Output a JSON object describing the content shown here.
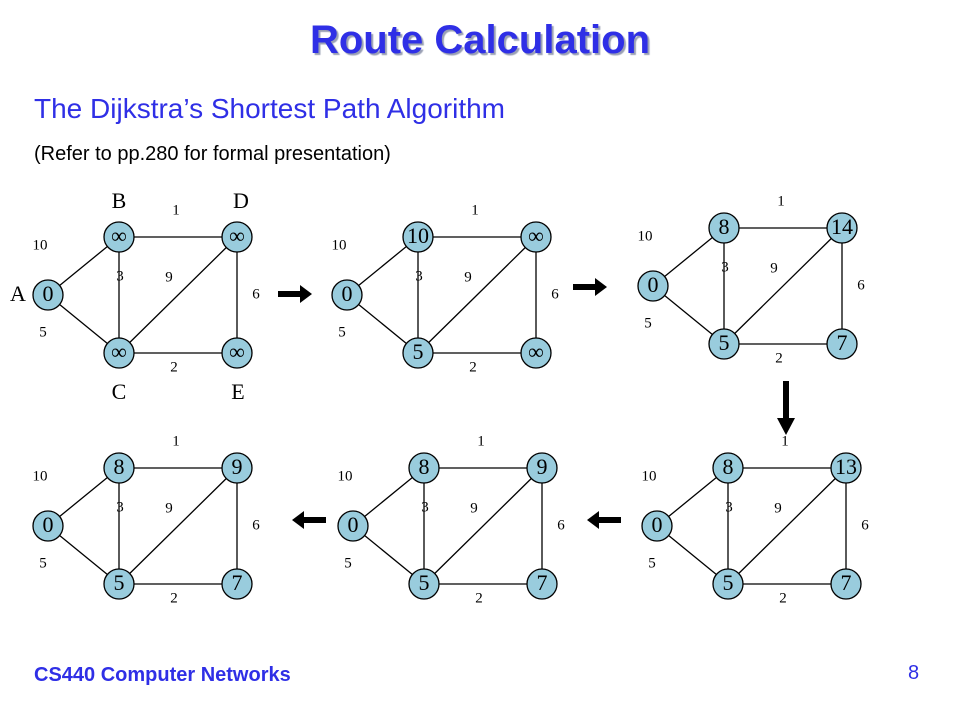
{
  "slide": {
    "title": "Route Calculation",
    "subtitle": "The Dijkstra’s Shortest Path Algorithm",
    "note": "(Refer to pp.280 for formal presentation)",
    "footer": "CS440 Computer Networks",
    "page_number": "8"
  },
  "colors": {
    "accent": "#2f2fe6",
    "node_fill": "#99ccdd",
    "arrow": "#000000"
  },
  "graph": {
    "node_names": {
      "A": "A",
      "B": "B",
      "C": "C",
      "D": "D",
      "E": "E"
    },
    "edges": [
      {
        "from": "A",
        "to": "B",
        "weight": "10"
      },
      {
        "from": "A",
        "to": "C",
        "weight": "5"
      },
      {
        "from": "B",
        "to": "D",
        "weight": "1"
      },
      {
        "from": "B",
        "to": "C",
        "weight": "3"
      },
      {
        "from": "C",
        "to": "D",
        "weight": "9"
      },
      {
        "from": "D",
        "to": "E",
        "weight": "6"
      },
      {
        "from": "C",
        "to": "E",
        "weight": "2"
      }
    ]
  },
  "steps": [
    {
      "step": 1,
      "distances": {
        "A": "0",
        "B": "∞",
        "C": "∞",
        "D": "∞",
        "E": "∞"
      }
    },
    {
      "step": 2,
      "distances": {
        "A": "0",
        "B": "10",
        "C": "5",
        "D": "∞",
        "E": "∞"
      }
    },
    {
      "step": 3,
      "distances": {
        "A": "0",
        "B": "8",
        "C": "5",
        "D": "14",
        "E": "7"
      }
    },
    {
      "step": 4,
      "distances": {
        "A": "0",
        "B": "8",
        "C": "5",
        "D": "13",
        "E": "7"
      }
    },
    {
      "step": 5,
      "distances": {
        "A": "0",
        "B": "8",
        "C": "5",
        "D": "9",
        "E": "7"
      }
    },
    {
      "step": 6,
      "distances": {
        "A": "0",
        "B": "8",
        "C": "5",
        "D": "9",
        "E": "7"
      }
    }
  ],
  "arrows": [
    {
      "direction": "right"
    },
    {
      "direction": "right"
    },
    {
      "direction": "down"
    },
    {
      "direction": "left"
    },
    {
      "direction": "left"
    }
  ]
}
